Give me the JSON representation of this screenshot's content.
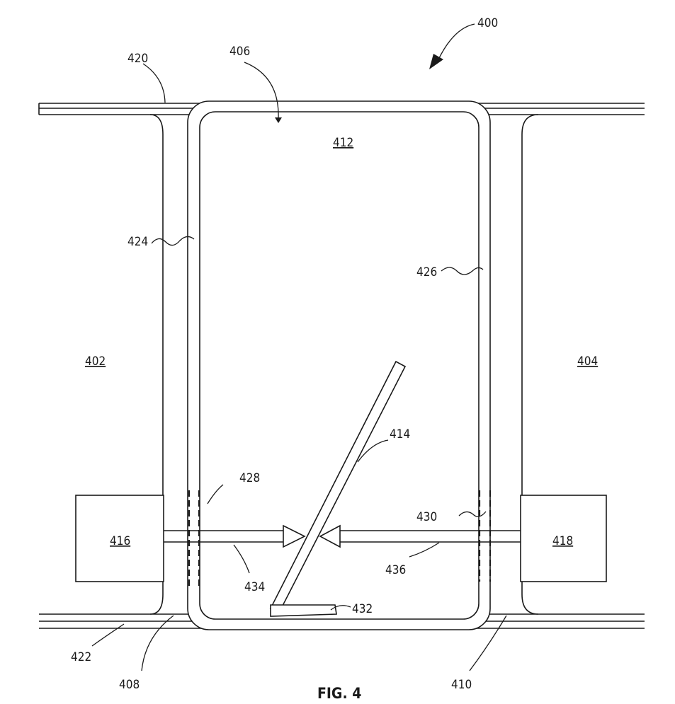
{
  "figure": {
    "caption": "FIG. 4",
    "labels": {
      "r400": "400",
      "r402": "402",
      "r404": "404",
      "r406": "406",
      "r408": "408",
      "r410": "410",
      "r412": "412",
      "r414": "414",
      "r416": "416",
      "r418": "418",
      "r420": "420",
      "r422": "422",
      "r424": "424",
      "r426": "426",
      "r428": "428",
      "r430": "430",
      "r432": "432",
      "r434": "434",
      "r436": "436"
    },
    "line_color": "#1a1a1a",
    "background": "#ffffff"
  }
}
